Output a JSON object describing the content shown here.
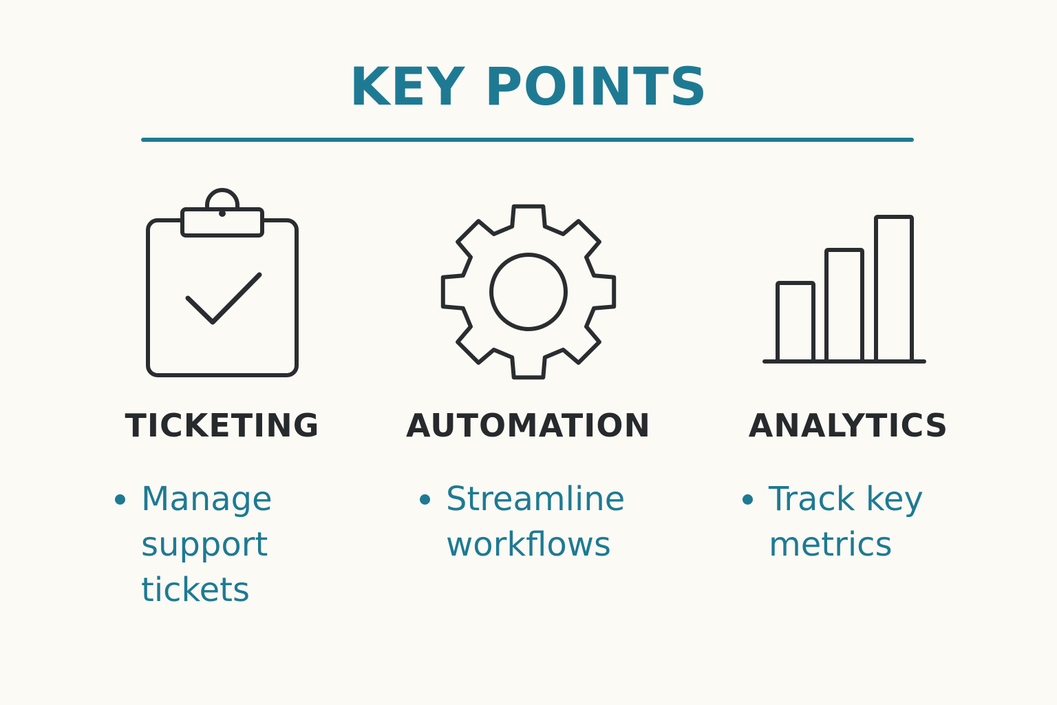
{
  "title": "KEY POINTS",
  "colors": {
    "accent": "#1e7a93",
    "text_dark": "#262a2c",
    "icon_stroke": "#2a2d2f",
    "background": "#fbfaf5"
  },
  "columns": [
    {
      "icon": "clipboard-check-icon",
      "heading": "TICKETING",
      "bullets": [
        "Manage support tickets"
      ]
    },
    {
      "icon": "gear-icon",
      "heading": "AUTOMATION",
      "bullets": [
        "Streamline workflows"
      ]
    },
    {
      "icon": "bar-chart-icon",
      "heading": "ANALYTICS",
      "bullets": [
        "Track key metrics"
      ]
    }
  ]
}
